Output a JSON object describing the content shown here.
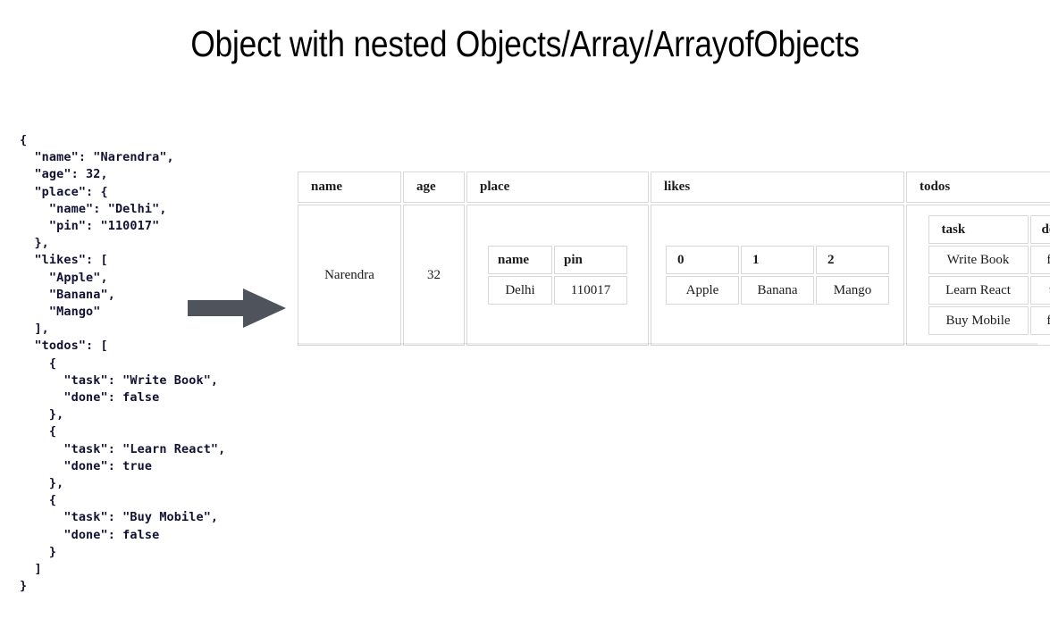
{
  "slide": {
    "title": "Object with nested Objects/Array/ArrayofObjects",
    "background_color": "#ffffff",
    "arrow_color": "#4e535c",
    "table_border_color": "#d8d8d8",
    "code_color": "#111133"
  },
  "json_source": {
    "label": "json-object-source",
    "text": "{\n  \"name\": \"Narendra\",\n  \"age\": 32,\n  \"place\": {\n    \"name\": \"Delhi\",\n    \"pin\": \"110017\"\n  },\n  \"likes\": [\n    \"Apple\",\n    \"Banana\",\n    \"Mango\"\n  ],\n  \"todos\": [\n    {\n      \"task\": \"Write Book\",\n      \"done\": false\n    },\n    {\n      \"task\": \"Learn React\",\n      \"done\": true\n    },\n    {\n      \"task\": \"Buy Mobile\",\n      \"done\": false\n    }\n  ]\n}"
  },
  "arrow": {
    "icon_name": "right-arrow-icon",
    "direction": "right"
  },
  "table": {
    "headers": {
      "name": "name",
      "age": "age",
      "place": "place",
      "likes": "likes",
      "todos": "todos"
    },
    "row": {
      "name": "Narendra",
      "age": "32"
    },
    "place": {
      "headers": {
        "name": "name",
        "pin": "pin"
      },
      "values": {
        "name": "Delhi",
        "pin": "110017"
      }
    },
    "likes": {
      "indexes": [
        "0",
        "1",
        "2"
      ],
      "values": [
        "Apple",
        "Banana",
        "Mango"
      ]
    },
    "todos": {
      "headers": {
        "task": "task",
        "done": "done"
      },
      "rows": [
        {
          "task": "Write Book",
          "done": "false"
        },
        {
          "task": "Learn React",
          "done": "true"
        },
        {
          "task": "Buy Mobile",
          "done": "false"
        }
      ]
    }
  }
}
